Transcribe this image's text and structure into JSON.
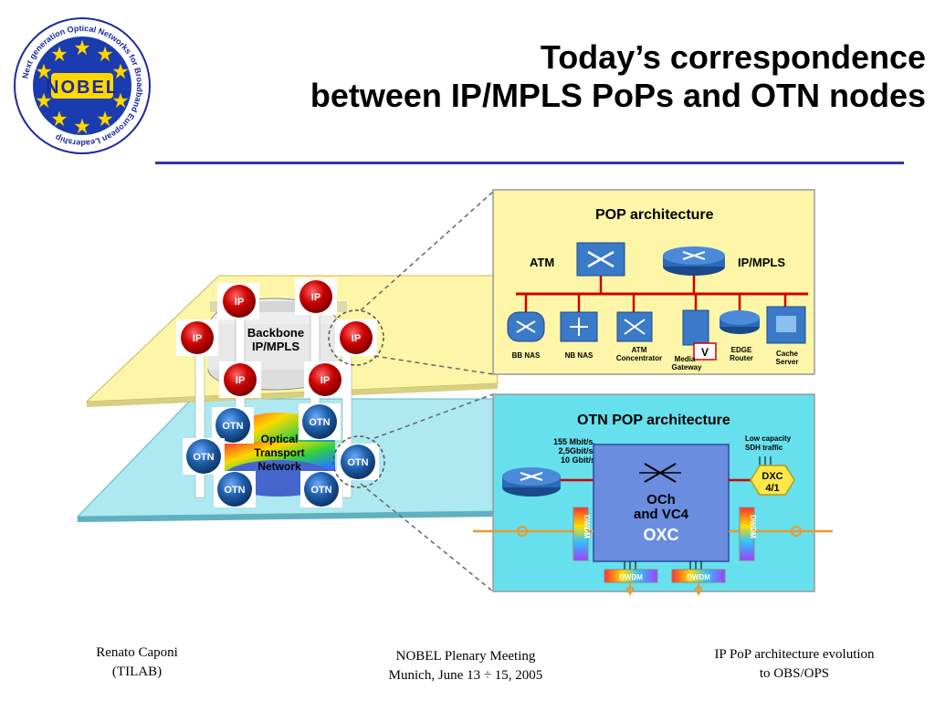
{
  "slide": {
    "title_line1": "Today’s correspondence",
    "title_line2": "between IP/MPLS PoPs and OTN nodes"
  },
  "logo": {
    "center_text": "NOBEL",
    "ring_text": "Next generation Optical Networks for Broadband European Leadership"
  },
  "left_diagram": {
    "backbone_label_line1": "Backbone",
    "backbone_label_line2": "IP/MPLS",
    "otn_label_line1": "Optical",
    "otn_label_line2": "Transport",
    "otn_label_line3": "Network",
    "ip_node": "IP",
    "otn_node": "OTN"
  },
  "pop": {
    "title": "POP architecture",
    "atm": "ATM",
    "ipmpls": "IP/MPLS",
    "bb_nas": "BB NAS",
    "nb_nas": "NB NAS",
    "atm_conc_line1": "ATM",
    "atm_conc_line2": "Concentrator",
    "media_line1": "Media",
    "media_line2": "Gateway",
    "v_label": "V",
    "edge_line1": "EDGE",
    "edge_line2": "Router",
    "cache_line1": "Cache",
    "cache_line2": "Server"
  },
  "otn_pop": {
    "title": "OTN POP architecture",
    "rates_line1": "155 Mbit/s,",
    "rates_line2": "2,5Gbit/s,",
    "rates_line3": "10 Gbit/s",
    "lowcap_line1": "Low capacity",
    "lowcap_line2": "SDH traffic",
    "och_line1": "OCh",
    "och_line2": "and VC4",
    "oxc": "OXC",
    "dxc_line1": "DXC",
    "dxc_line2": "4/1",
    "dwdm": "DWDM"
  },
  "footer": {
    "left_line1": "Renato Caponi",
    "left_line2": "(TILAB)",
    "center_line1": "NOBEL Plenary Meeting",
    "center_line2": "Munich, June  13  ÷ 15, 2005",
    "right_line1": "IP PoP architecture evolution",
    "right_line2": "to OBS/OPS"
  },
  "colors": {
    "rule": "#3333aa",
    "pop_panel": "#fdf6a8",
    "otn_panel": "#66e0ec",
    "ip_node": "#c00000",
    "otn_node": "#1e5fa8",
    "bus": "#cc0000"
  }
}
